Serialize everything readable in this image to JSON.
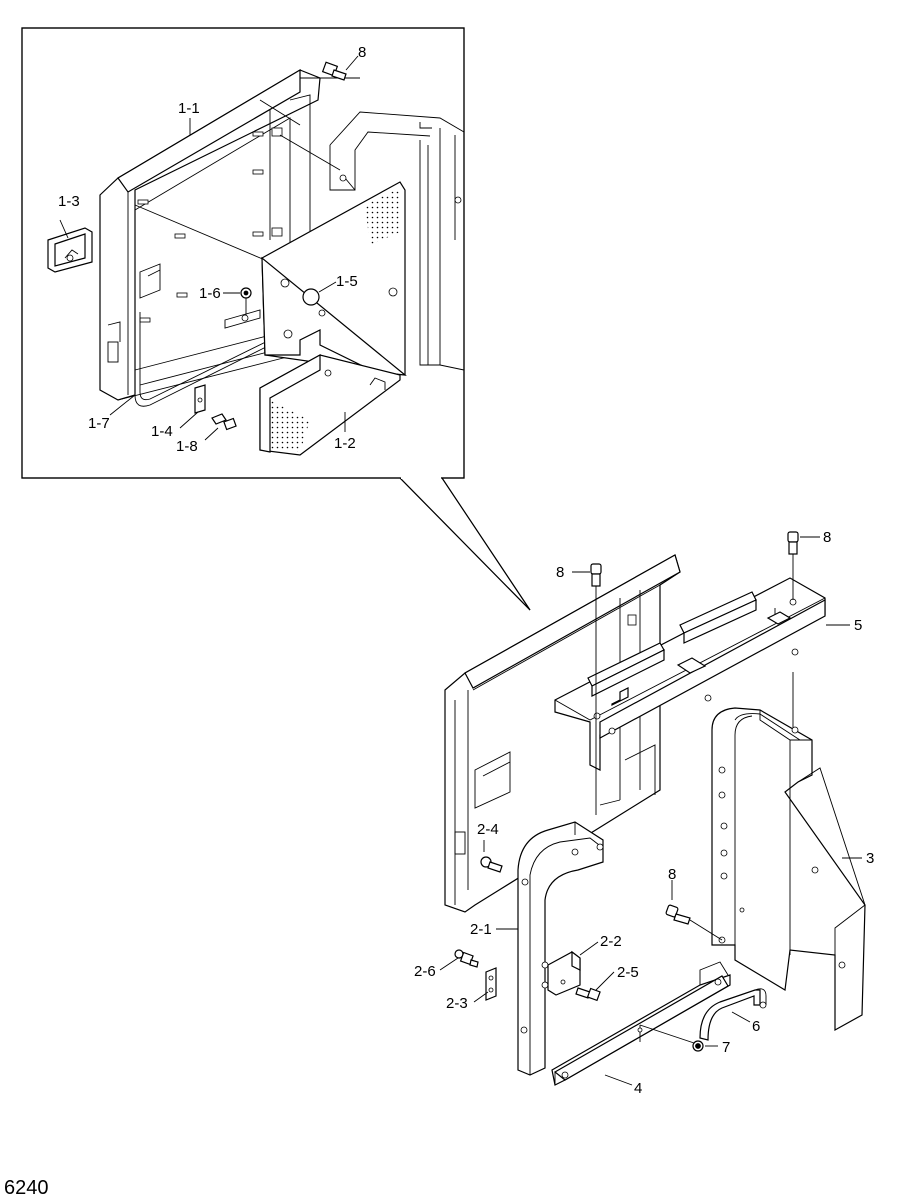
{
  "page_number": "6240",
  "callouts": {
    "c_1_1": "1-1",
    "c_1_2": "1-2",
    "c_1_3": "1-3",
    "c_1_4": "1-4",
    "c_1_5": "1-5",
    "c_1_6": "1-6",
    "c_1_7": "1-7",
    "c_1_8": "1-8",
    "c_8_inset": "8",
    "c_8_a": "8",
    "c_8_b": "8",
    "c_8_c": "8",
    "c_5": "5",
    "c_3": "3",
    "c_4": "4",
    "c_6": "6",
    "c_7": "7",
    "c_2_1": "2-1",
    "c_2_2": "2-2",
    "c_2_3": "2-3",
    "c_2_4": "2-4",
    "c_2_5": "2-5",
    "c_2_6": "2-6"
  }
}
